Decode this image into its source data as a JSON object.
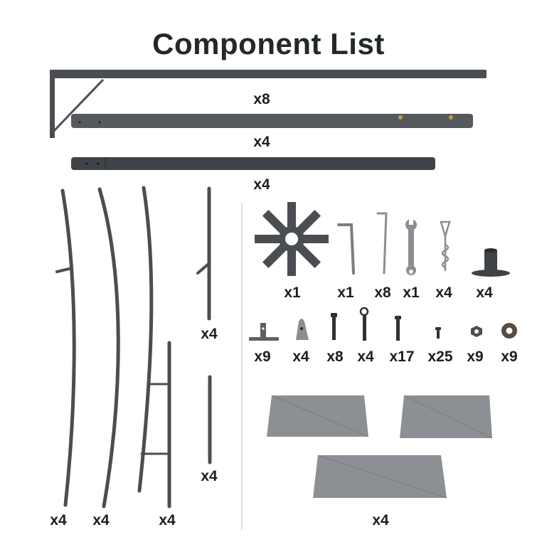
{
  "title": "Component List",
  "colors": {
    "metal": "#4a4d52",
    "metal_light": "#5d6166",
    "fabric": "#8c8f93",
    "fabric_dark": "#7a7d81",
    "text": "#1e1e1e"
  },
  "quantities": {
    "roof_bracket": "x8",
    "upper_pole": "x4",
    "lower_pole": "x4",
    "curved_post_a": "x4",
    "curved_post_b": "x4",
    "ladder_post": "x4",
    "short_post_upper": "x4",
    "short_post_lower": "x4",
    "star_connector": "x1",
    "hex_key": "x1",
    "pin": "x8",
    "wrench": "x1",
    "ground_stake": "x4",
    "foot_base": "x4",
    "bracket_plate": "x9",
    "hook": "x4",
    "bolt_long": "x8",
    "eye_bolt": "x4",
    "bolt_medium": "x17",
    "screw_small": "x25",
    "nut": "x9",
    "washer": "x9",
    "side_panel_small": "",
    "side_panel_large": "x4"
  }
}
